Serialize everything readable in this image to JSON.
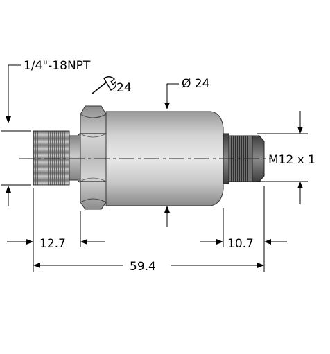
{
  "labels": {
    "thread": "1/4\"-18NPT",
    "wrench": "24",
    "diameter": "Ø 24",
    "connector": "M12 x 1",
    "dim_thread": "12.7",
    "dim_connector": "10.7",
    "dim_total": "59.4"
  },
  "colors": {
    "body_light": "#e4e4e4",
    "body_dark": "#8e8e8e",
    "thread_dark": "#555555",
    "line": "#000000"
  },
  "icons": {
    "wrench": "wrench-icon"
  }
}
